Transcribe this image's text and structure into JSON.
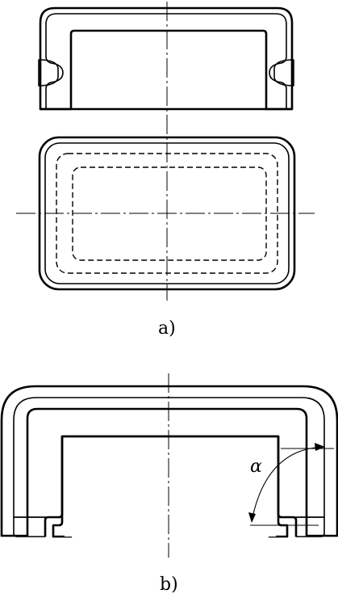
{
  "labels": {
    "view_a": "a)",
    "view_b": "b)",
    "angle": "α"
  },
  "colors": {
    "ink": "#000000",
    "paper": "#ffffff"
  }
}
